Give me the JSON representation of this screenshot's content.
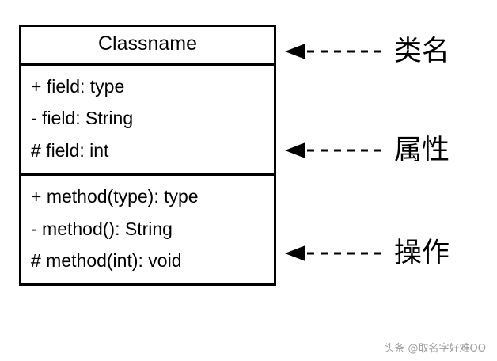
{
  "diagram": {
    "type": "uml-class-diagram",
    "class_box": {
      "name": "Classname",
      "attributes": [
        "+ field: type",
        "- field: String",
        "# field: int"
      ],
      "operations": [
        "+ method(type): type",
        "- method(): String",
        "# method(int): void"
      ]
    },
    "annotations": [
      {
        "label": "类名",
        "icon": "dashed-arrow-left-icon"
      },
      {
        "label": "属性",
        "icon": "dashed-arrow-left-icon"
      },
      {
        "label": "操作",
        "icon": "dashed-arrow-left-icon"
      }
    ]
  },
  "watermark": {
    "text": "头条 @取名字好难OO"
  },
  "colors": {
    "stroke": "#000000",
    "background": "#ffffff",
    "watermark": "#9a9a9a"
  }
}
